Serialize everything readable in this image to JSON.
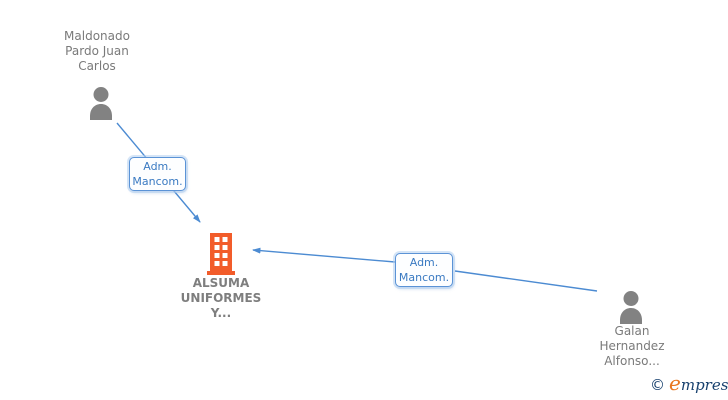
{
  "diagram": {
    "nodes": [
      {
        "id": "maldonado",
        "type": "person",
        "label": "Maldonado\nPardo Juan\nCarlos"
      },
      {
        "id": "alsuma",
        "type": "company",
        "label": "ALSUMA\nUNIFORMES\nY..."
      },
      {
        "id": "galan",
        "type": "person",
        "label": "Galan\nHernandez\nAlfonso..."
      }
    ],
    "edges": [
      {
        "from": "maldonado",
        "to": "alsuma",
        "label": "Adm. Mancom."
      },
      {
        "from": "galan",
        "to": "alsuma",
        "label": "Adm. Mancom."
      }
    ]
  },
  "watermark": {
    "copyright_symbol": "©",
    "brand_first_letter": "e",
    "brand_rest": "mpresia"
  },
  "colors": {
    "edge_blue": "#4c8bd2",
    "edge_label_border": "#5b93d6",
    "edge_label_text": "#3a7ac2",
    "company_orange": "#f25c2a",
    "person_gray": "#828282",
    "node_text_gray": "#7a7a7a",
    "brand_navy": "#17406e",
    "brand_orange": "#e8761e",
    "background": "#ffffff"
  }
}
